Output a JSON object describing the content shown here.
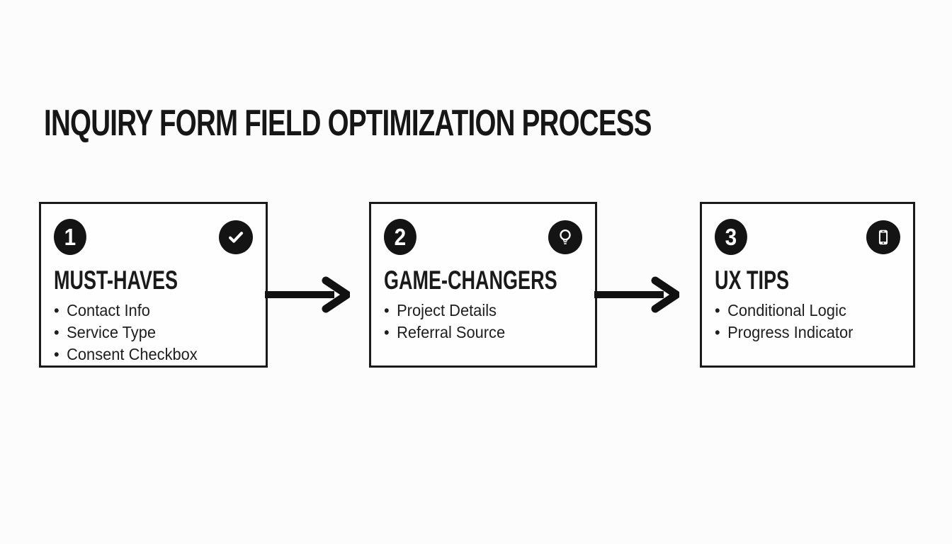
{
  "title": "INQUIRY FORM FIELD OPTIMIZATION PROCESS",
  "colors": {
    "ink": "#1a1a1a",
    "badge_fill": "#141414",
    "background": "#fcfcfc",
    "card_background": "#fefefe",
    "arrow": "#111111"
  },
  "steps": [
    {
      "number": "1",
      "icon": "check-icon",
      "heading": "MUST-HAVES",
      "items": [
        "Contact Info",
        "Service Type",
        "Consent Checkbox"
      ]
    },
    {
      "number": "2",
      "icon": "lightbulb-icon",
      "heading": "GAME-CHANGERS",
      "items": [
        "Project Details",
        "Referral Source"
      ]
    },
    {
      "number": "3",
      "icon": "smartphone-icon",
      "heading": "UX TIPS",
      "items": [
        "Conditional Logic",
        "Progress Indicator"
      ]
    }
  ]
}
